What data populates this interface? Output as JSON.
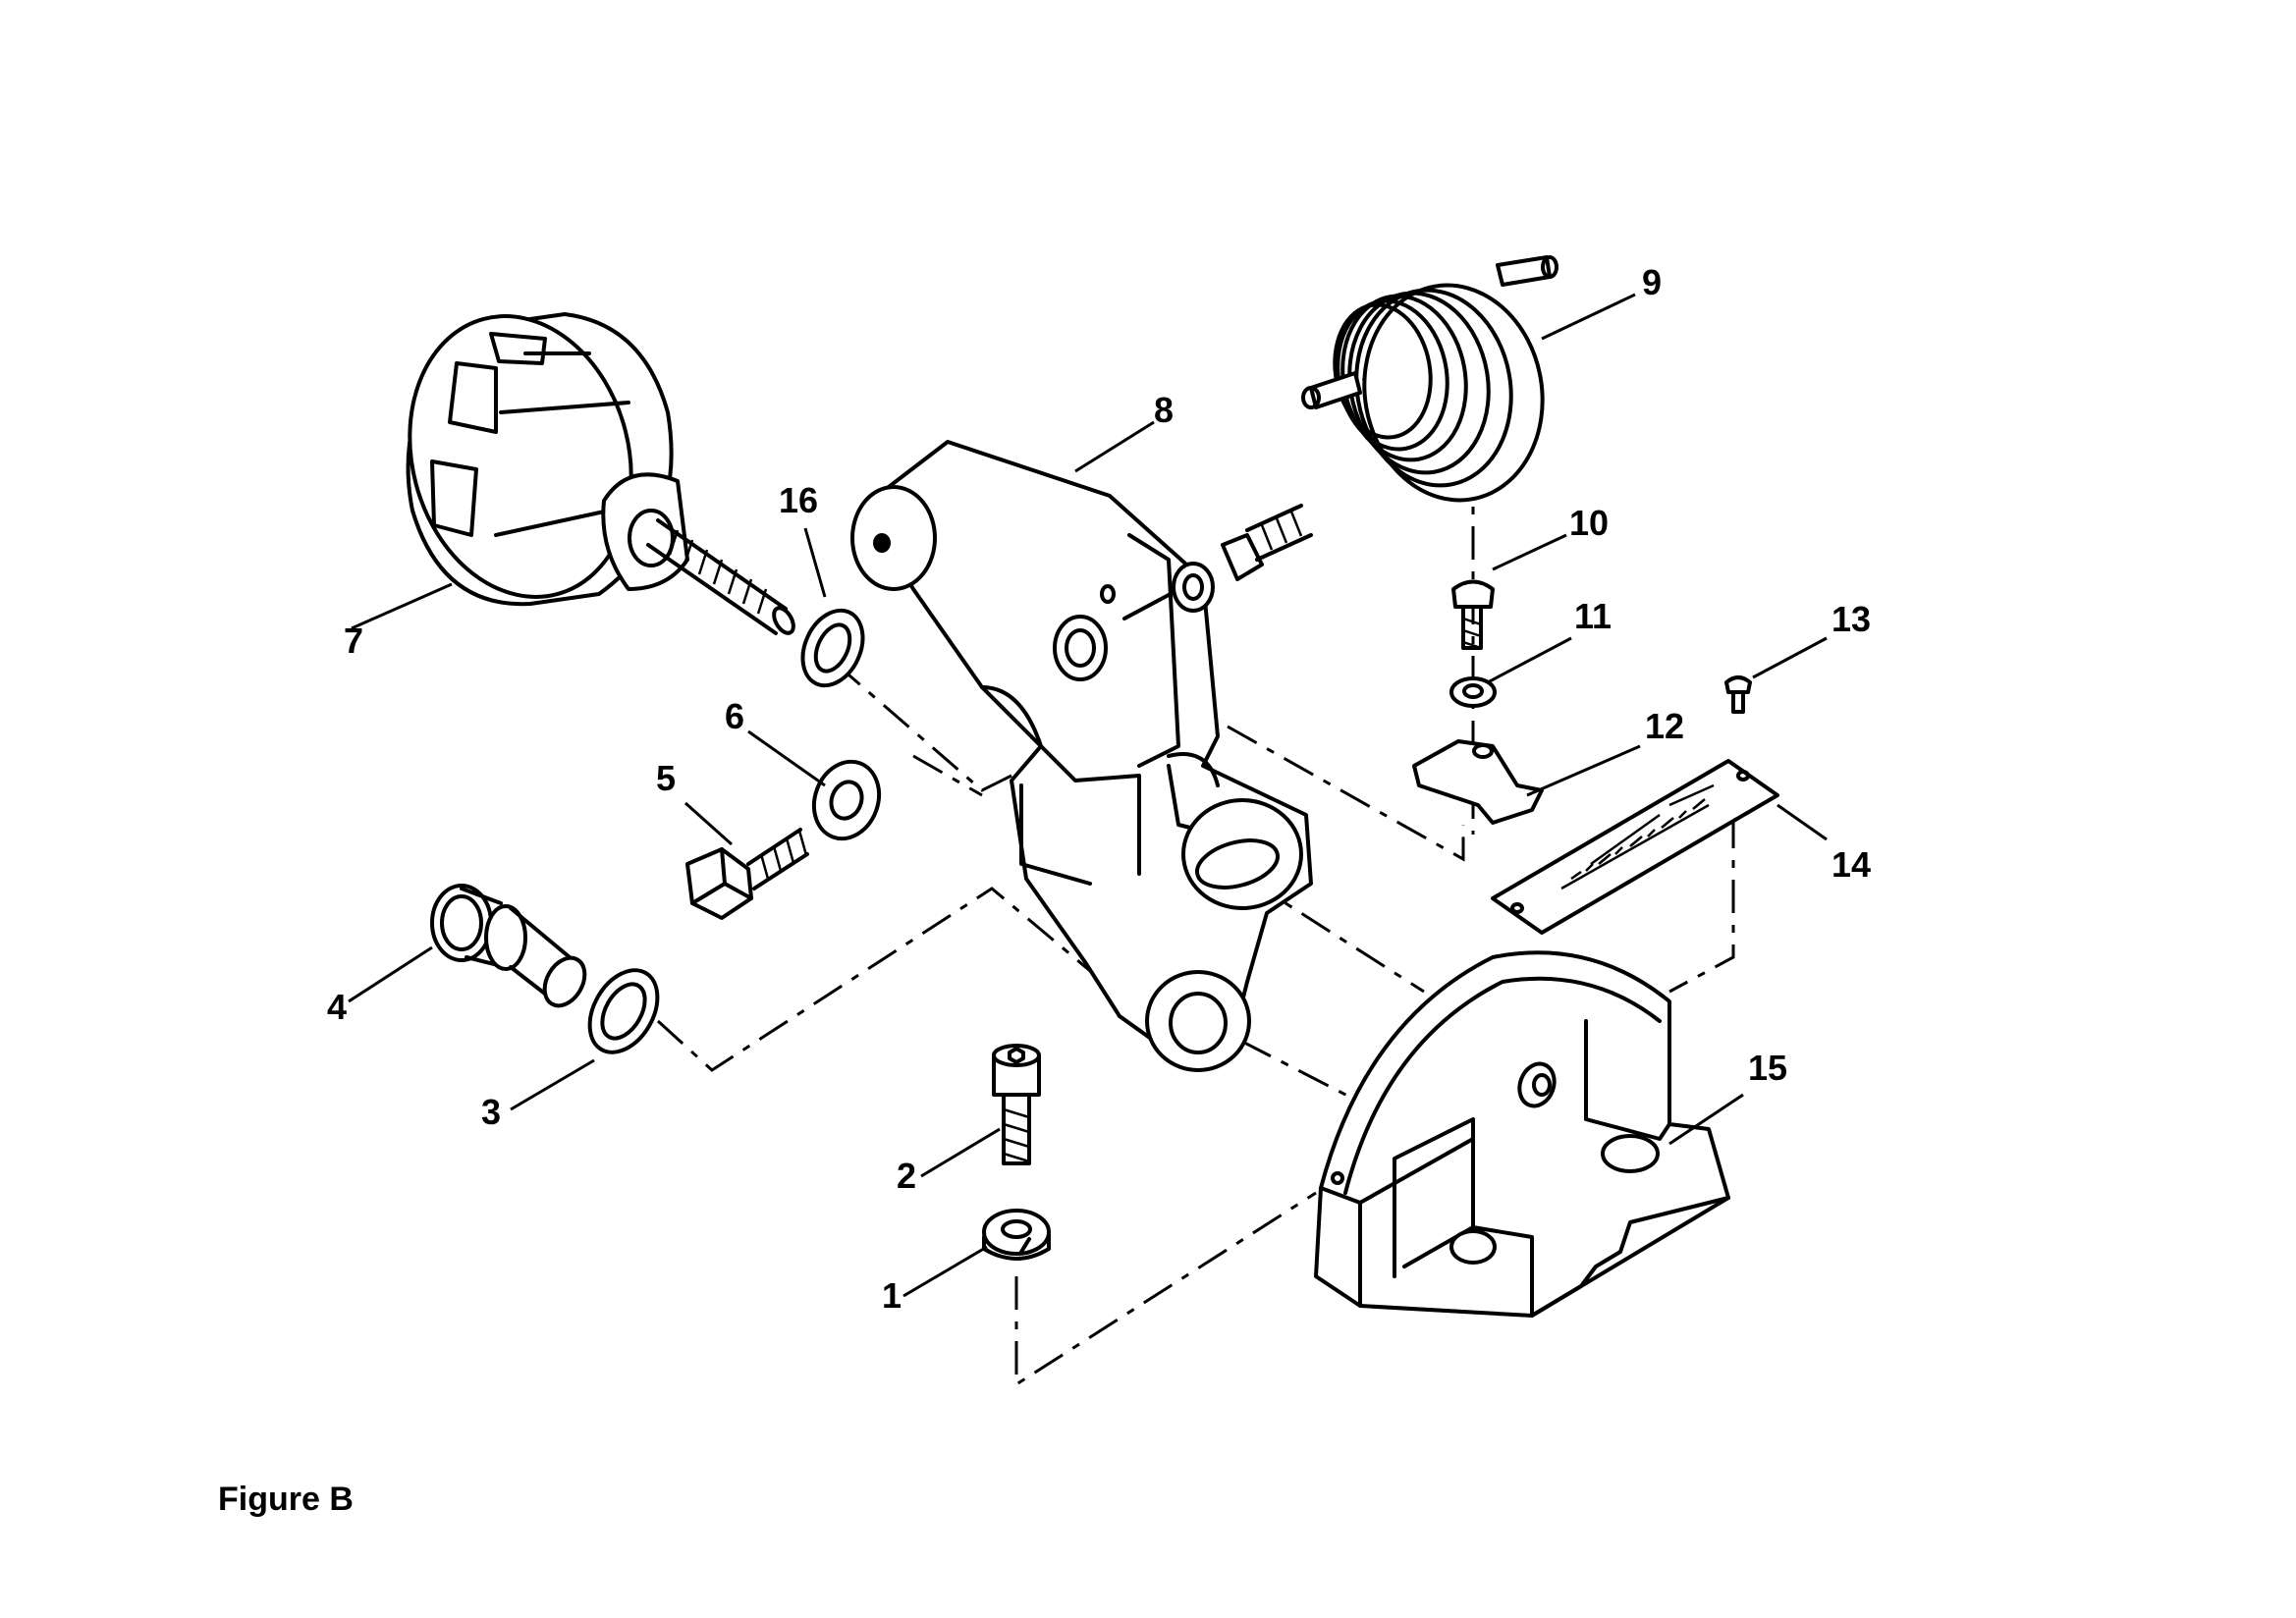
{
  "figure": {
    "caption": "Figure B"
  },
  "parts": [
    {
      "number": "1"
    },
    {
      "number": "2"
    },
    {
      "number": "3"
    },
    {
      "number": "4"
    },
    {
      "number": "5"
    },
    {
      "number": "6"
    },
    {
      "number": "7"
    },
    {
      "number": "8"
    },
    {
      "number": "9"
    },
    {
      "number": "10"
    },
    {
      "number": "11"
    },
    {
      "number": "12"
    },
    {
      "number": "13"
    },
    {
      "number": "14"
    },
    {
      "number": "15"
    },
    {
      "number": "16"
    }
  ]
}
